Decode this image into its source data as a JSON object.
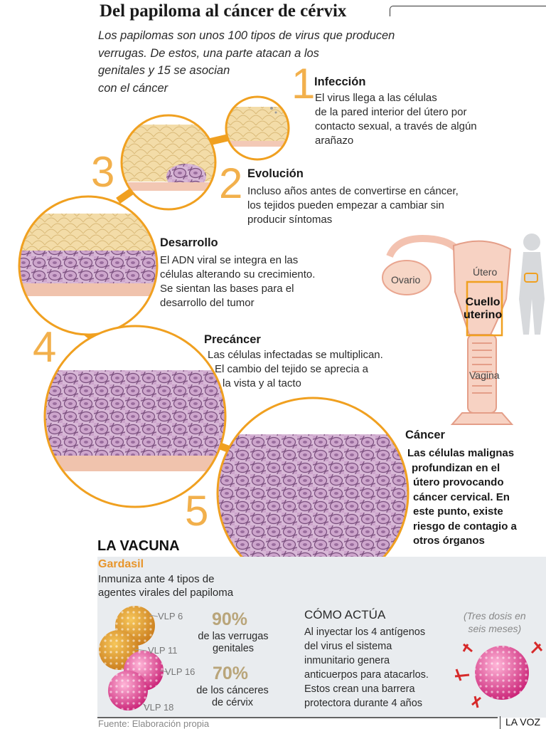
{
  "title": "Del papiloma al cáncer de cérvix",
  "intro": [
    "Los papilomas son unos 100 tipos de virus que producen",
    "verrugas. De estos, una parte atacan a los",
    "genitales y 15 se asocian",
    "con el cáncer"
  ],
  "stages": [
    {
      "number": "1",
      "title": "Infección",
      "lines": [
        "El virus llega a las células",
        "de la pared interior del útero por",
        "contacto sexual, a través de algún",
        "arañazo"
      ]
    },
    {
      "number": "2",
      "title": "Evolución",
      "lines": [
        "Incluso años antes de convertirse en cáncer,",
        "los tejidos pueden empezar a cambiar sin",
        "producir síntomas"
      ]
    },
    {
      "number": "3",
      "title": "Desarrollo",
      "lines": [
        "El ADN viral se integra en las",
        "células alterando su crecimiento.",
        "Se sientan las bases para el",
        "desarrollo del tumor"
      ]
    },
    {
      "number": "4",
      "title": "Precáncer",
      "lines": [
        "Las células infectadas se multiplican.",
        "El cambio del tejido se aprecia a",
        "la vista y al tacto"
      ]
    },
    {
      "number": "5",
      "title": "Cáncer",
      "lines": [
        "Las células malignas",
        "profundizan en el",
        "útero provocando",
        "cáncer cervical. En",
        "este punto, existe",
        "riesgo de contagio a",
        "otros órganos"
      ]
    }
  ],
  "anatomy": {
    "ovario": "Ovario",
    "utero": "Útero",
    "cuello": [
      "Cuello",
      "uterino"
    ],
    "vagina": "Vagina"
  },
  "vaccine": {
    "heading": "LA VACUNA",
    "name": "Gardasil",
    "desc": [
      "Inmuniza ante 4 tipos de",
      "agentes virales del papiloma"
    ],
    "vlp": [
      "VLP 6",
      "VLP 11",
      "VLP 16",
      "VLP 18"
    ],
    "stat1": {
      "value": "90%",
      "desc": [
        "de las verrugas",
        "genitales"
      ]
    },
    "stat2": {
      "value": "70%",
      "desc": [
        "de los cánceres",
        "de cérvix"
      ]
    },
    "how_title": "CÓMO ACTÚA",
    "how": [
      "Al inyectar los 4 antígenos",
      "del virus el sistema",
      "inmunitario genera",
      "anticuerpos para atacarlos.",
      "Estos crean una barrera",
      "protectora durante 4 años"
    ],
    "doses": [
      "(Tres dosis en",
      "seis meses)"
    ]
  },
  "source": "Fuente: Elaboración propia",
  "brand": "LA VOZ",
  "colors": {
    "accent": "#f2b04c",
    "connector": "#f0a020",
    "cells": "#c9a3c8",
    "tissue": "#f1d9a6",
    "panel": "#e9ecef"
  }
}
